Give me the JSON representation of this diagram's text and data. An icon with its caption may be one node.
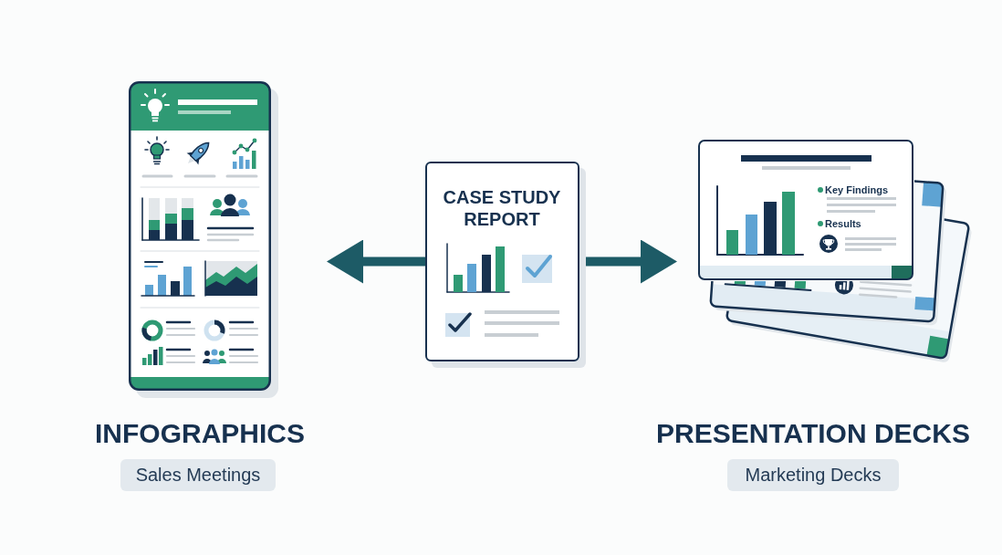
{
  "diagram": {
    "nodes": [
      {
        "text": [
          "INFOGRAPHICS"
        ]
      },
      {
        "text": [
          "Sales Meetings"
        ]
      },
      {
        "text": [
          "CASE STUDY REPORT"
        ]
      },
      {
        "text": [
          "PRESENTATION DECKS"
        ]
      },
      {
        "text": [
          "Key Findings",
          "Results"
        ]
      },
      {
        "text": [
          "Marketing Decks"
        ]
      }
    ],
    "edges": [
      {
        "from": 2,
        "to": 0,
        "arrow": "to"
      },
      {
        "from": 2,
        "to": 3,
        "arrow": "to"
      }
    ]
  }
}
